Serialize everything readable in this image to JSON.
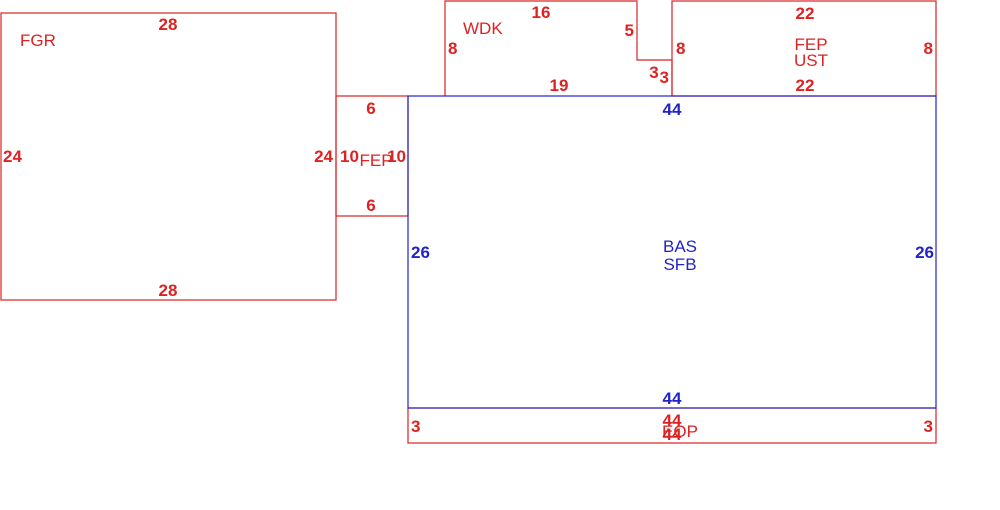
{
  "colors": {
    "primary": "#2222cc",
    "secondary": "#dd2222",
    "background": "#ffffff"
  },
  "areas": [
    {
      "key": "fgr",
      "label_lines": [
        "FGR"
      ],
      "color": "secondary",
      "sides": {
        "top": "28",
        "bottom": "28",
        "left": "24",
        "right": "24"
      }
    },
    {
      "key": "fep-small",
      "label_lines": [
        "FEP"
      ],
      "color": "secondary",
      "sides": {
        "top": "6",
        "bottom": "6",
        "left": "10",
        "right": "10"
      }
    },
    {
      "key": "wdk",
      "label_lines": [
        "WDK"
      ],
      "color": "secondary",
      "sides": {
        "top": "16",
        "notch_right": "5",
        "notch_bottom": "3",
        "inner_right": "3",
        "left": "8",
        "bottom": "19"
      }
    },
    {
      "key": "fep-ust",
      "label_lines": [
        "FEP",
        "UST"
      ],
      "color": "secondary",
      "sides": {
        "top": "22",
        "bottom": "22",
        "left": "8",
        "right": "8"
      }
    },
    {
      "key": "bas-sfb",
      "label_lines": [
        "BAS",
        "SFB"
      ],
      "color": "primary",
      "sides": {
        "top": "44",
        "bottom": "44",
        "left": "26",
        "right": "26"
      }
    },
    {
      "key": "eop",
      "label_lines": [
        "EOP"
      ],
      "color": "secondary",
      "sides": {
        "top": "44",
        "bottom": "44",
        "left": "3",
        "right": "3"
      }
    }
  ]
}
